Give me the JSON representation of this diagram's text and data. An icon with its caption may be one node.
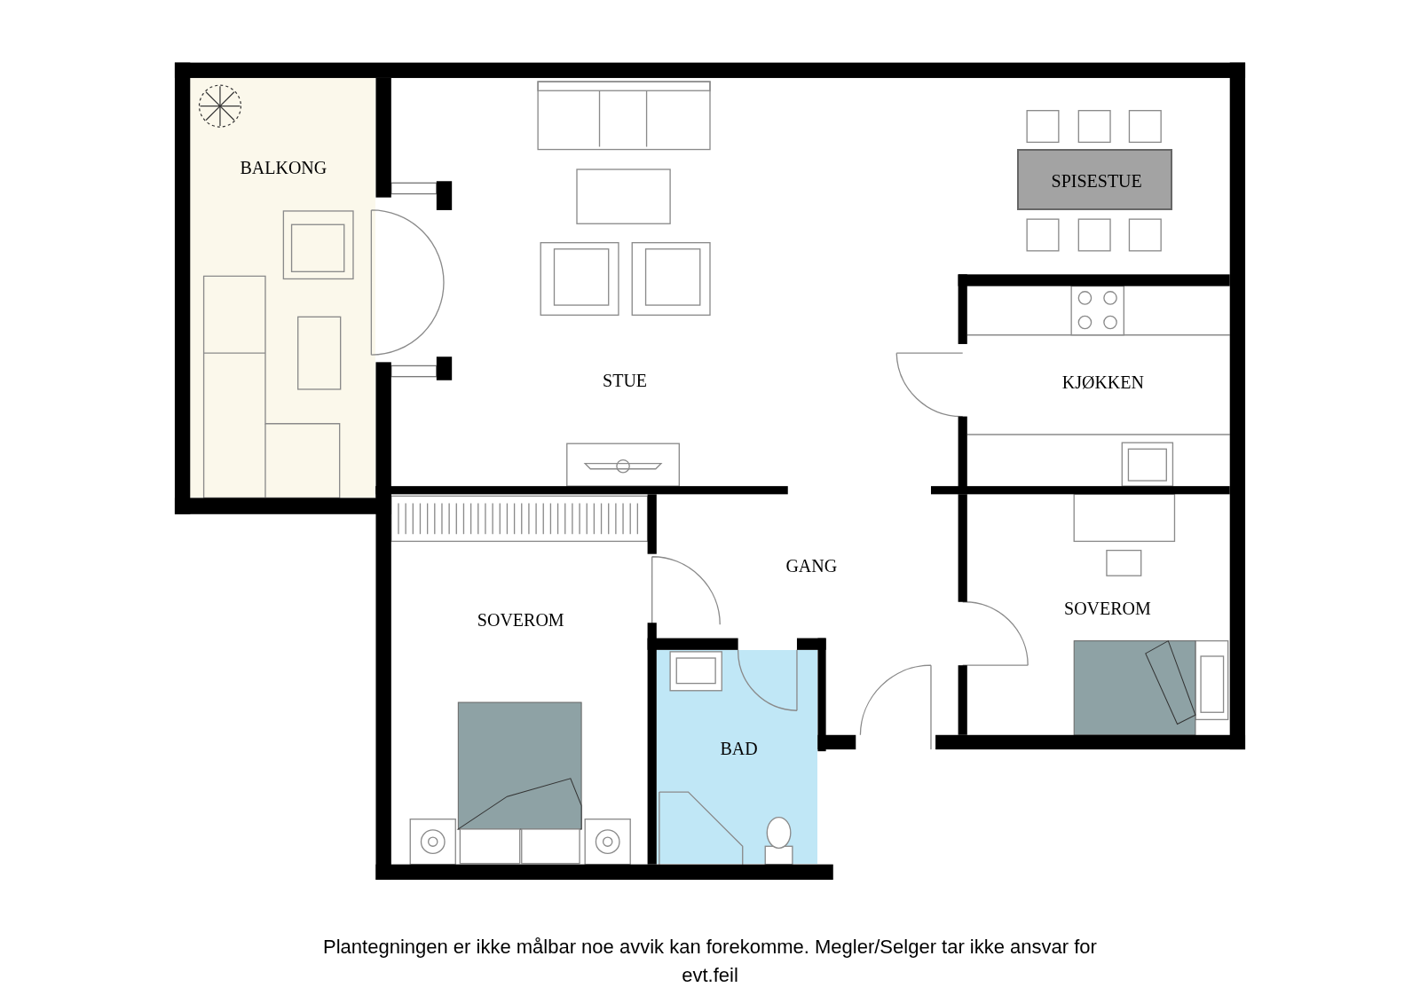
{
  "diagram": {
    "caption": "Plantegningen er ikke målbar noe avvik kan forekomme. Megler/Selger tar ikke ansvar for evt.feil",
    "nodes": [
      {
        "text": [
          "BALKONG"
        ]
      },
      {
        "text": [
          "SPISESTUE"
        ]
      },
      {
        "text": [
          "BAD"
        ]
      }
    ],
    "labels": [
      "STUE",
      "KJØKKEN",
      "GANG",
      "SOVEROM",
      "SOVEROM"
    ]
  }
}
